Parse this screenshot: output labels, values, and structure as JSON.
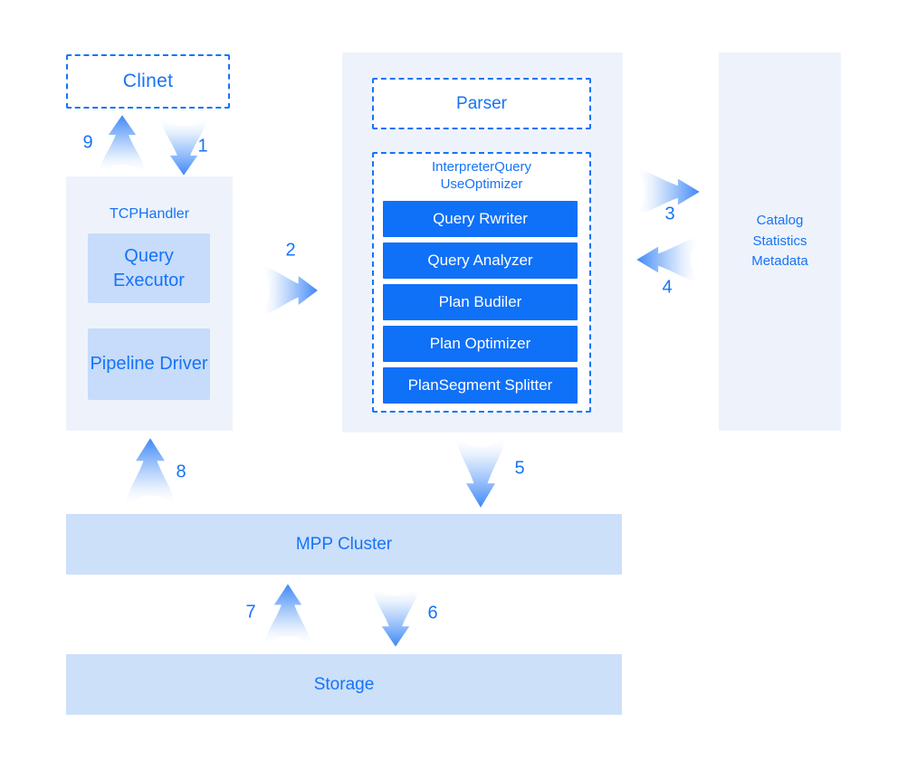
{
  "colors": {
    "accent_blue": "#1673f8",
    "step_fill": "#0f70f8",
    "subbox_fill": "#c6dcfa",
    "bar_fill": "#cce0fa",
    "panel_fill": "#eef3fb",
    "arrow_head_blue": "#3e87f7"
  },
  "client": {
    "label": "Clinet"
  },
  "tcp": {
    "label": "TCPHandler",
    "boxes": [
      {
        "label": "Query Executor"
      },
      {
        "label": "Pipeline Driver"
      }
    ]
  },
  "parser": {
    "label": "Parser"
  },
  "interpreter": {
    "line1": "InterpreterQuery",
    "line2": "UseOptimizer",
    "steps": [
      {
        "label": "Query Rwriter"
      },
      {
        "label": "Query Analyzer"
      },
      {
        "label": "Plan Budiler"
      },
      {
        "label": "Plan Optimizer"
      },
      {
        "label": "PlanSegment Splitter"
      }
    ]
  },
  "catalog": {
    "line1": "Catalog",
    "line2": "Statistics",
    "line3": "Metadata"
  },
  "mpp": {
    "label": "MPP Cluster"
  },
  "storage": {
    "label": "Storage"
  },
  "flow_numbers": {
    "n1": "1",
    "n2": "2",
    "n3": "3",
    "n4": "4",
    "n5": "5",
    "n6": "6",
    "n7": "7",
    "n8": "8",
    "n9": "9"
  }
}
